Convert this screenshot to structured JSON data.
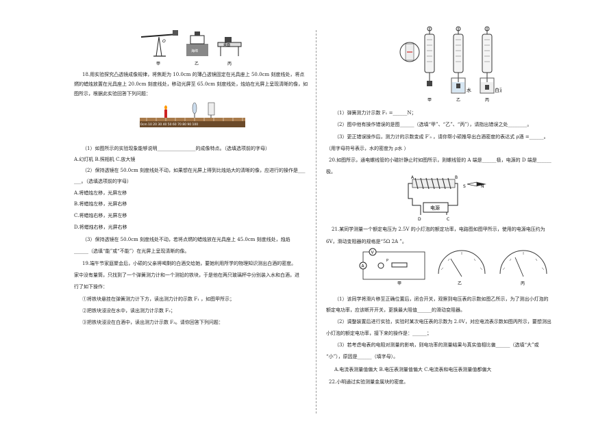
{
  "left": {
    "fig_top_labels": [
      "甲",
      "乙",
      "丙"
    ],
    "fig_top_inner": [
      "海绵",
      "桌面"
    ],
    "q18": {
      "intro1": "18.用实验探究凸透镜成像规律，将焦距为 10.0cm 的薄凸透镜固定在光具座上 50.0cm 刻度线处，将点",
      "intro2": "燃的蜡烛放置在光具座上 20.0cm 刻度线处，移动光屏至 65.0cm 刻度线处，烛焰在光屏上呈现清晰的像，如",
      "intro3": "图所示，根据此实验回答下列问题：",
      "ruler_label": "0cm 10  20  30  40  50  60  70  80  90  100",
      "sub1": "（1）如图所示的实验现象能够说明________________的成像特点。（选填选项前的字母）",
      "sub1_opts": "A.幻灯机        B.照相机        C.放大镜",
      "sub2a": "（2）保持透镜在 50.0cm 刻度线处不动，如果想在光屏上得到比烛焰大的清晰的像，应进行的操作是___",
      "sub2b": "___。（选填选项前的字母）",
      "sub2_optA": "A.将蜡烛左移，光屏左移",
      "sub2_optB": "B.将蜡烛左移，光屏右移",
      "sub2_optC": "C.将蜡烛右移，光屏左移",
      "sub2_optD": "D.将蜡烛右移，光屏右移",
      "sub3a": "（3）保持透镜在 50.0cm 刻度线处不动，若将点燃的蜡烛放在光具座上 45.0cm 刻度线处，烛焰",
      "sub3b": "______（选填“能”或“不能”）在光屏上呈现清晰的像。"
    },
    "q19": {
      "l1": "19.端午节家庭聚会后，小硕的父亲将喝剩的白酒交给她，要她利用所学的物理知识测出白酒的密度。",
      "l2": "家中没有量筒，只找到了一个弹簧测力计和一个测铅的铁块，于是他在两只玻璃杯中分别装入水和白酒，进",
      "l3": "行了如下操作：",
      "s1": "①将铁块悬挂在弹簧测力计下方，读出测力计的示数 F₁ ，如图甲所示；",
      "s2": "②把铁块浸没在水中，读出测力计示数 F₂；",
      "s3": "③把铁块浸没在白酒中，读出测力计示数 F₃。请你回答下列问题："
    }
  },
  "right": {
    "fig19_labels": [
      "甲",
      "乙",
      "丙"
    ],
    "fig19_liquids": [
      "水",
      "白酒"
    ],
    "q19_sub1": "（1）弹簧测力计示数 F₁ =______N；",
    "q19_sub2": "（2）图中他有操作错误的是图______（选填“甲”、“乙”、“丙”），请指出错误之处________。",
    "q19_sub3": "（3）更正错误操作后，测力计的示数变成  F′₃ ，请你帮小硕推导出白酒密度的表达式 ρ酒 =______。",
    "q19_sub3b": "（用字母符号表示，水的密度为 ρ水 ）",
    "q20a": "20.如图所示，通电螺线管的小磁针静止时如图所示，则螺线管的 A 端是______极，电源的 D 端是______",
    "q20b": "极。",
    "fig20_labels": [
      "A",
      "B",
      "S",
      "N",
      "电源",
      "D",
      "C"
    ],
    "q21a": "21.某同学测量一个额定电压为 2.5V 的小灯泡的额定功率，电路图如图甲所示，使用的电源电压约为",
    "q21b": "6V，滑动变阻器的规格是“5Ω  2A ”。",
    "fig21_labels": [
      "甲",
      "乙",
      "丙"
    ],
    "q21_s1a": "（1）该同学将滑片移至正确位置后，闭合开关，观察到电压表的示数如图乙所示，为了测出小灯泡的",
    "q21_s1b": "额定电功率，应该断开开关，更换最大阻值______的滑动变阻器。",
    "q21_s2a": "（2）调整装置后进行实验，实验时某次电压表的示数为 2.0V，对应电流表示数如图丙所示，要想测出",
    "q21_s2b": "小灯泡的额定电功率，接下来的操作是：______；",
    "q21_s3a": "（3）若考虑电表的电阻对测量的影响，则电功率的测量结果与真实值相比偏______（选填“大”或",
    "q21_s3b": "“小”），原因是______（填字母）。",
    "q21_opts": "A.电流表测量值偏大   B.电压表测量值偏大   C.电流表和电压表测量值都偏大",
    "q22": "22.小明通过实验测量金属块的密度。"
  }
}
